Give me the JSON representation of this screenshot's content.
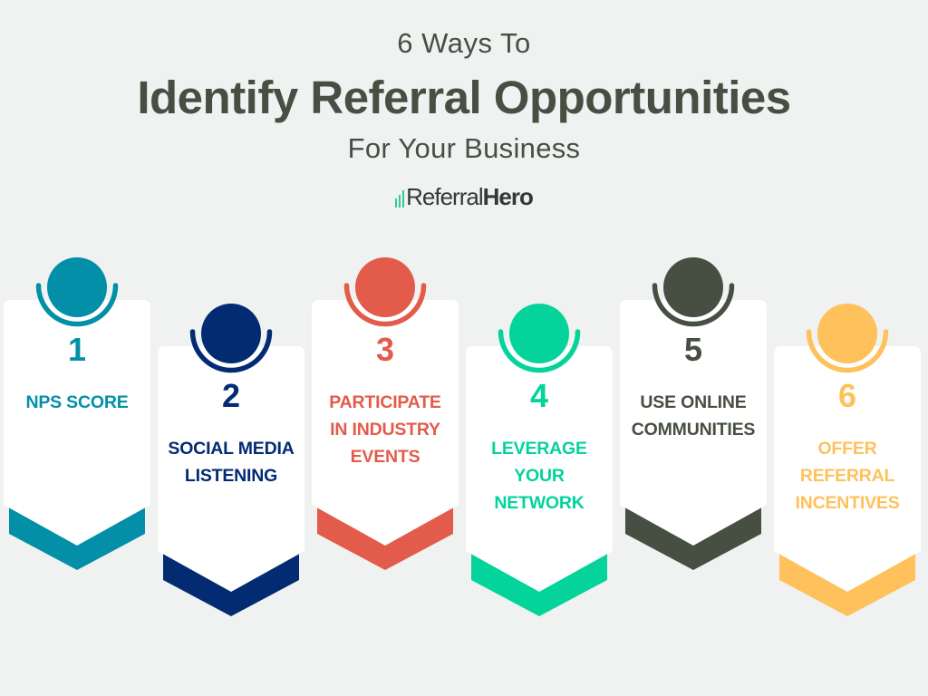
{
  "header": {
    "kicker": "6 Ways To",
    "title": "Identify Referral Opportunities",
    "subtitle": "For Your Business",
    "logo": {
      "icon": "bar-chart-icon",
      "text_light": "Referral",
      "text_bold": "Hero",
      "icon_color": "#2ecc8f"
    }
  },
  "colors": {
    "background": "#f0f1f1",
    "text": "#474f43",
    "card": "#ffffff"
  },
  "steps": [
    {
      "number": "1",
      "label_lines": [
        "NPS SCORE"
      ],
      "color": "#038fa8"
    },
    {
      "number": "2",
      "label_lines": [
        "SOCIAL MEDIA",
        "LISTENING"
      ],
      "color": "#032b72"
    },
    {
      "number": "3",
      "label_lines": [
        "PARTICIPATE",
        "IN INDUSTRY",
        "EVENTS"
      ],
      "color": "#e35b4a"
    },
    {
      "number": "4",
      "label_lines": [
        "LEVERAGE",
        "YOUR",
        "NETWORK"
      ],
      "color": "#04d39b"
    },
    {
      "number": "5",
      "label_lines": [
        "USE ONLINE",
        "COMMUNITIES"
      ],
      "color": "#474f43"
    },
    {
      "number": "6",
      "label_lines": [
        "OFFER",
        "REFERRAL",
        "INCENTIVES"
      ],
      "color": "#fec15c"
    }
  ]
}
